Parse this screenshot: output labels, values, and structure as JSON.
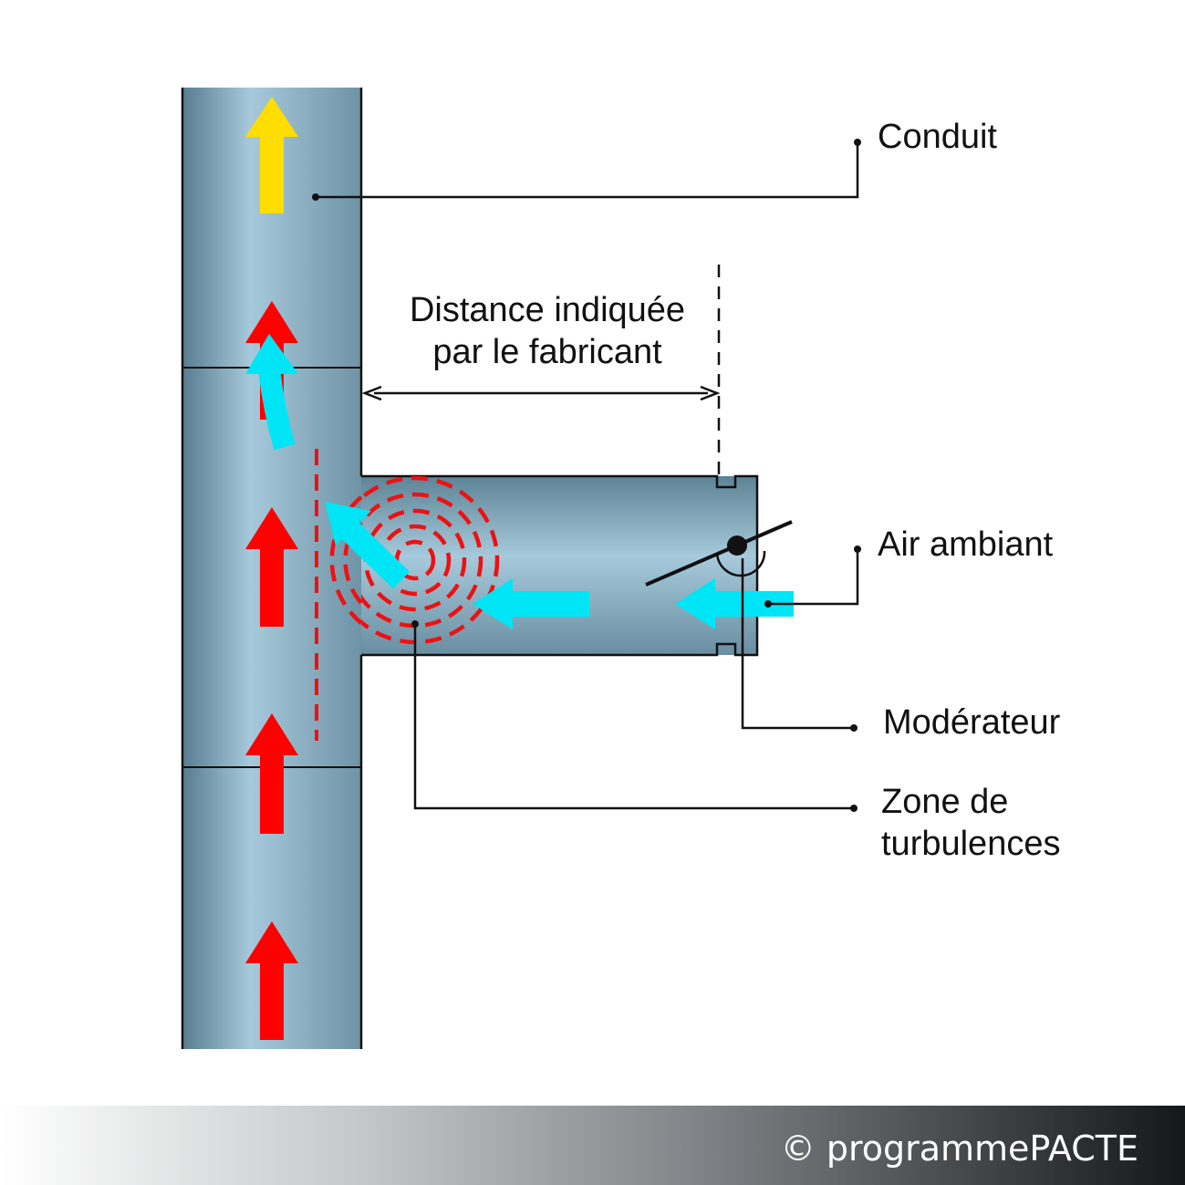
{
  "labels": {
    "conduit": "Conduit",
    "distance_line1": "Distance indiquée",
    "distance_line2": "par le fabricant",
    "air_ambiant": "Air ambiant",
    "moderateur": "Modérateur",
    "zone_line1": "Zone de",
    "zone_line2": "turbulences"
  },
  "footer": {
    "copyright": "© programmePACTE"
  },
  "colors": {
    "pipe_dark": "#5e8497",
    "pipe_light": "#a3c7d9",
    "hot_air": "#ff0000",
    "flue_exit": "#ffdd00",
    "ambient_air": "#00e5f5",
    "turbulence": "#ee1111"
  },
  "icons": [
    "arrow-up-icon",
    "arrow-left-icon",
    "damper-icon"
  ]
}
